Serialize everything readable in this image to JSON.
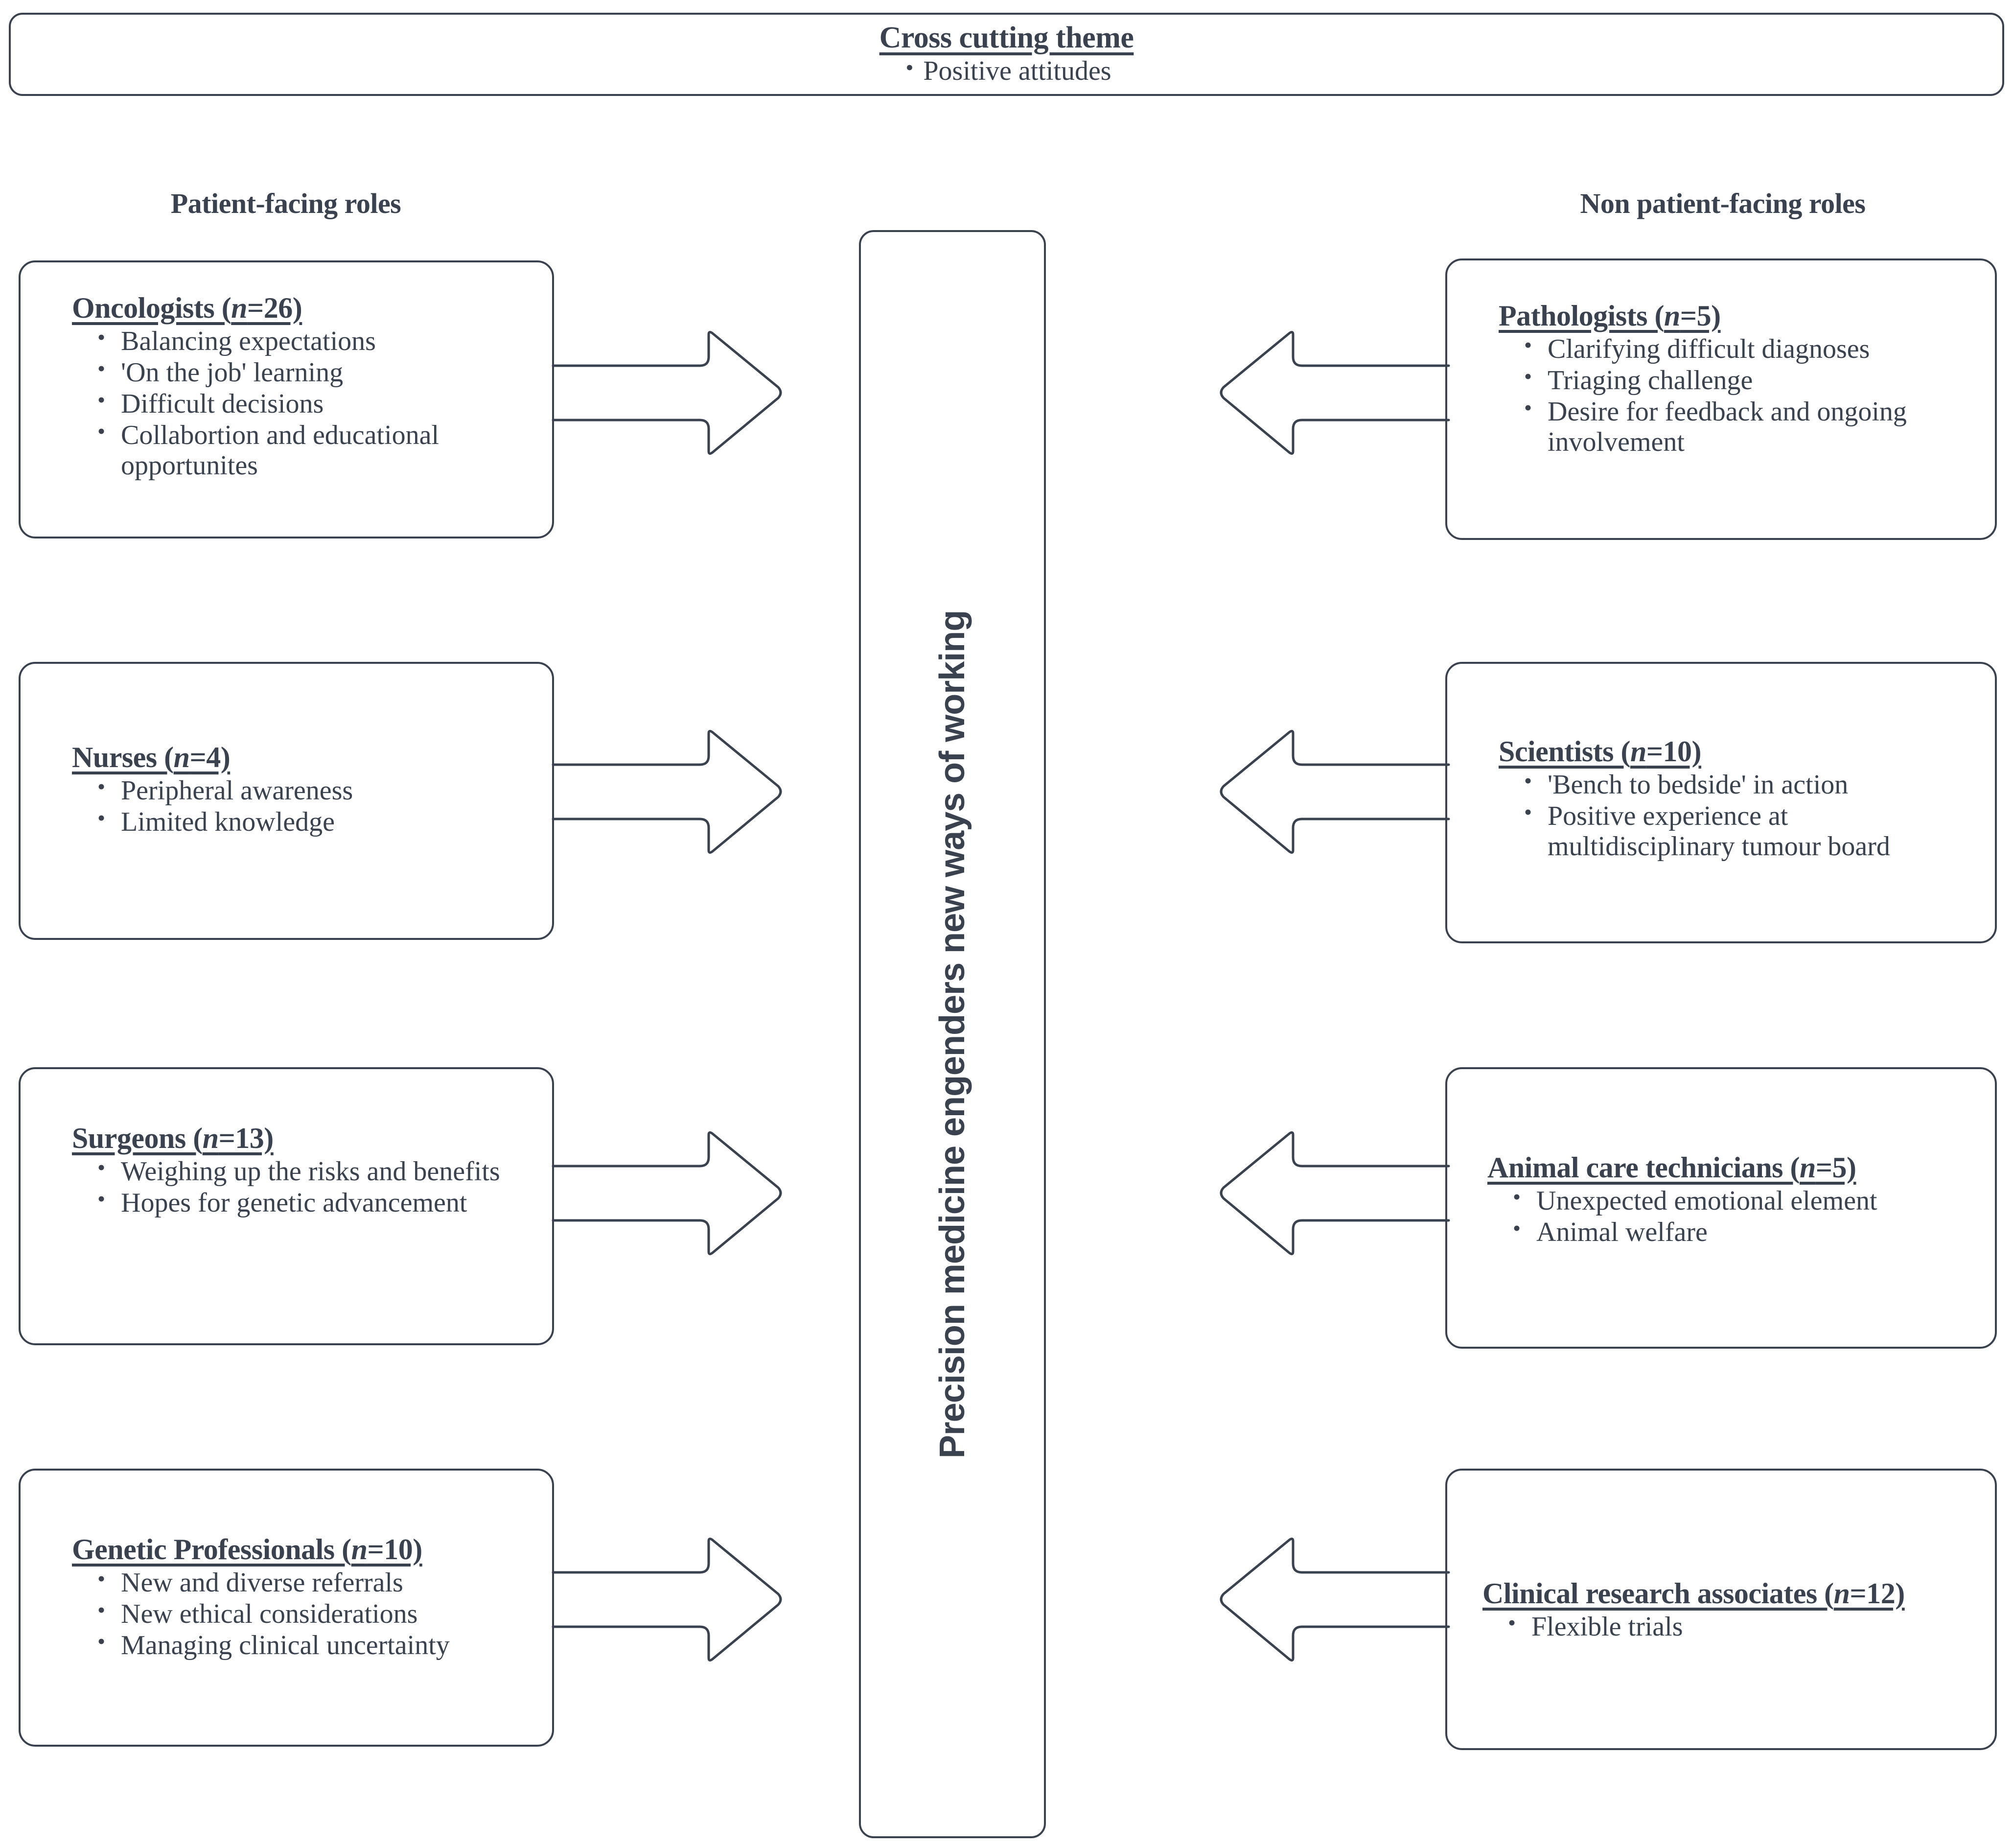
{
  "cross_cutting": {
    "title": "Cross cutting theme",
    "bullets": [
      "Positive attitudes"
    ]
  },
  "columns": {
    "left_heading": "Patient-facing roles",
    "right_heading": "Non patient-facing roles"
  },
  "centre": {
    "label": "Precision medicine engenders new ways of working"
  },
  "left_cards": [
    {
      "title_main": "Oncologists (",
      "title_n": "n",
      "title_tail": "=26)",
      "bullets": [
        "Balancing expectations",
        "'On the job' learning",
        "Difficult decisions",
        "Collabortion and educational opportunites"
      ]
    },
    {
      "title_main": "Nurses (",
      "title_n": "n",
      "title_tail": "=4)",
      "bullets": [
        "Peripheral awareness",
        "Limited knowledge"
      ]
    },
    {
      "title_main": "Surgeons (",
      "title_n": "n",
      "title_tail": "=13)",
      "bullets": [
        "Weighing up the risks and benefits",
        "Hopes for genetic advancement"
      ]
    },
    {
      "title_main": "Genetic Professionals (",
      "title_n": "n",
      "title_tail": "=10)",
      "bullets": [
        "New and diverse referrals",
        "New ethical considerations",
        "Managing clinical uncertainty"
      ]
    }
  ],
  "right_cards": [
    {
      "title_main": "Pathologists (",
      "title_n": "n",
      "title_tail": "=5)",
      "bullets": [
        "Clarifying difficult diagnoses",
        "Triaging challenge",
        "Desire for feedback and ongoing involvement"
      ]
    },
    {
      "title_main": "Scientists (",
      "title_n": "n",
      "title_tail": "=10)",
      "bullets": [
        "'Bench to bedside' in action",
        "Positive experience at multidisciplinary tumour board"
      ]
    },
    {
      "title_main": "Animal care technicians (",
      "title_n": "n",
      "title_tail": "=5)",
      "bullets": [
        "Unexpected emotional element",
        "Animal welfare"
      ]
    },
    {
      "title_main": "Clinical research associates (",
      "title_n": "n",
      "title_tail": "=12)",
      "bullets": [
        "Flexible trials"
      ]
    }
  ],
  "arrows": {
    "left_direction": "right",
    "right_direction": "left",
    "count_each_side": 4
  },
  "style": {
    "stroke": "#3a4250",
    "background": "#ffffff"
  }
}
